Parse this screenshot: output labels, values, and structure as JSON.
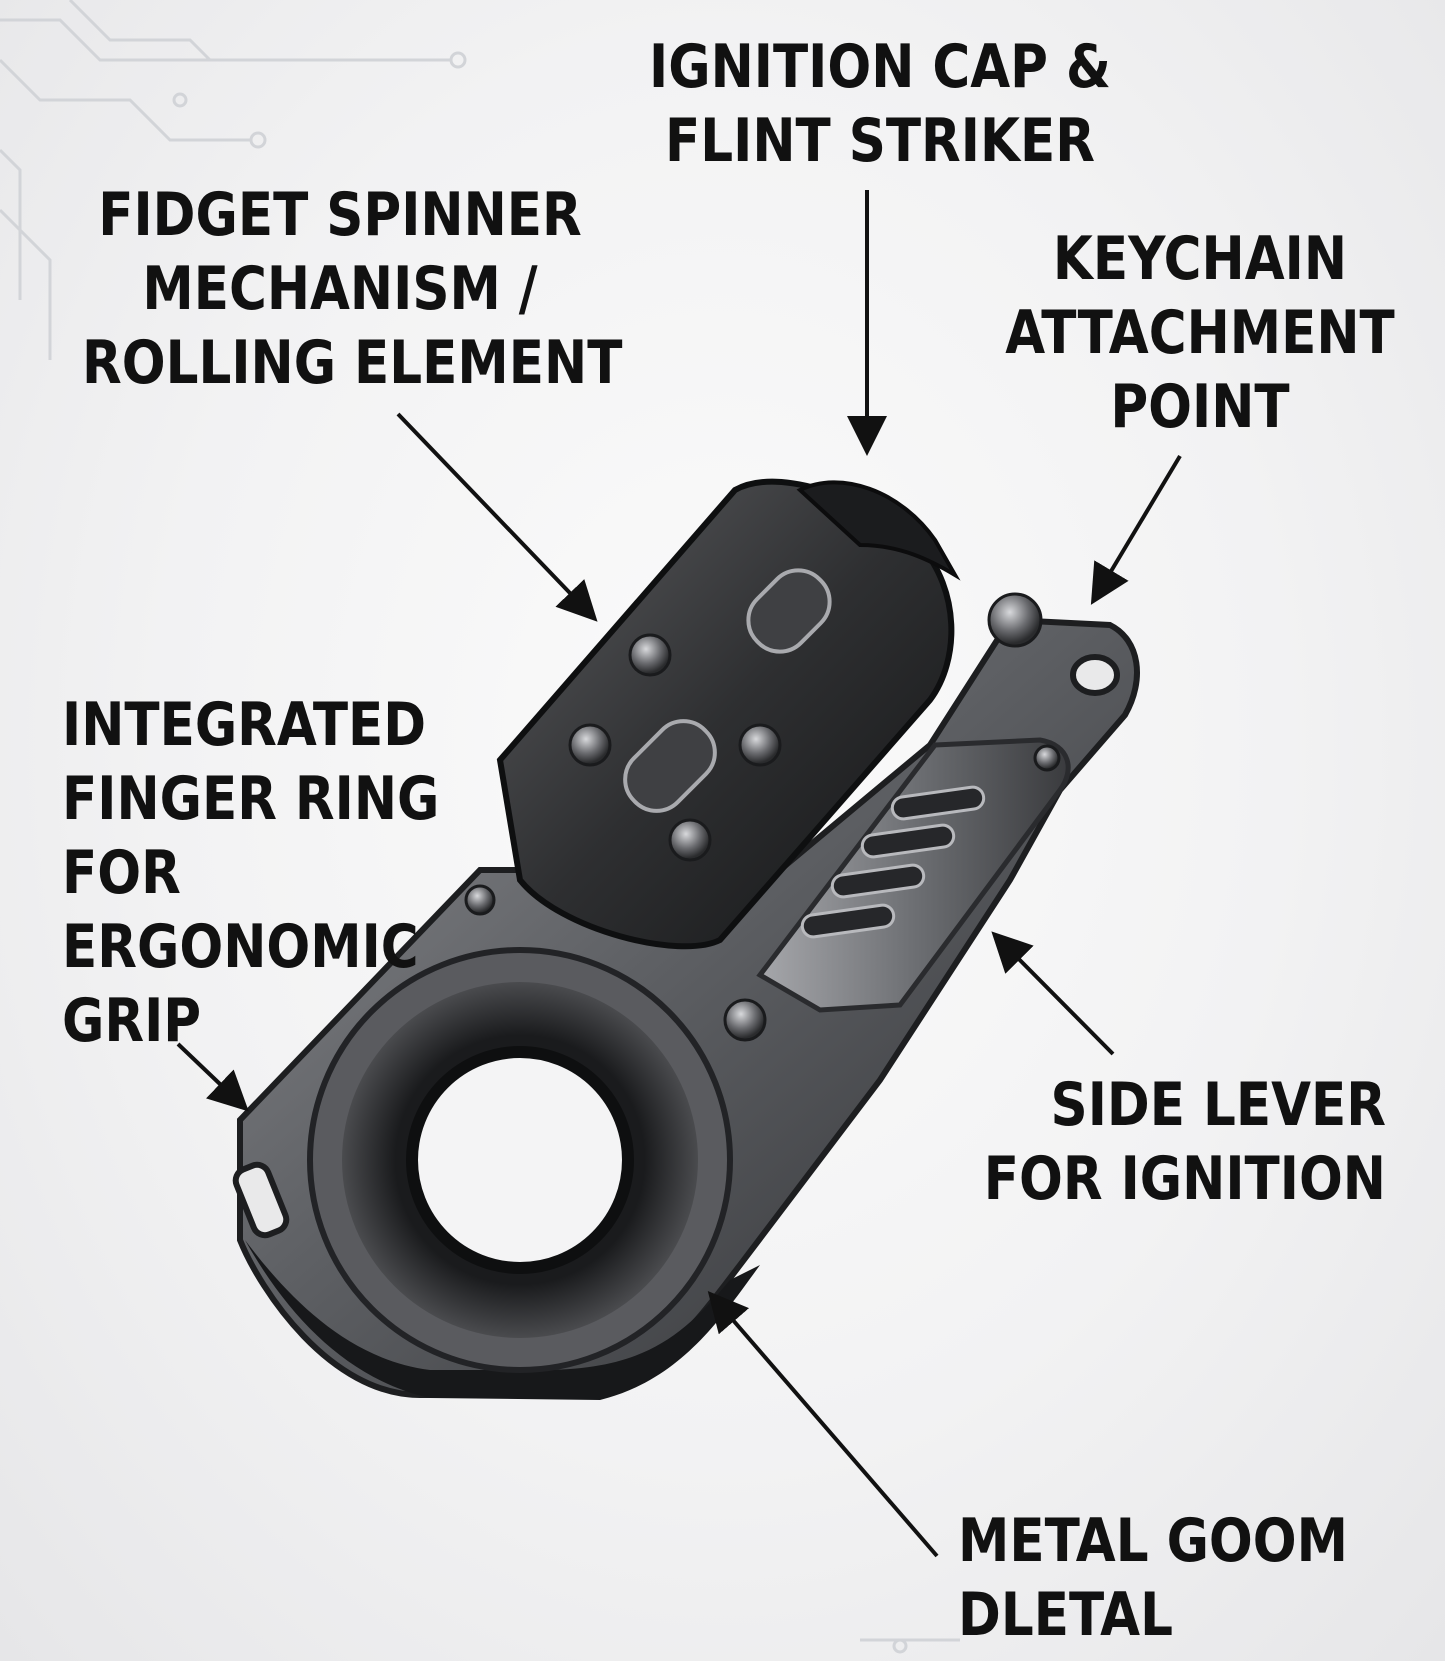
{
  "labels": {
    "ignition": [
      "IGNITION CAP &",
      "FLINT STRIKER"
    ],
    "fidget": [
      "FIDGET SPINNER",
      "MECHANISM /",
      "ROLLING ELEMENT"
    ],
    "keychain": [
      "KEYCHAIN",
      "ATTACHMENT",
      "POINT"
    ],
    "finger_ring": [
      "INTEGRATED",
      "FINGER RING",
      "FOR",
      "ERGONOMIC",
      "GRIP"
    ],
    "side_lever": [
      "SIDE LEVER",
      "FOR IGNITION"
    ],
    "metal": [
      "METAL GOOM",
      "DLETAL"
    ]
  },
  "colors": {
    "background": "#f2f2f3",
    "text": "#111111",
    "metal_light": "#7e7f83",
    "metal_dark": "#2b2c2f",
    "circuit": "#d0d2d6"
  },
  "icons": {
    "arrow": "arrow-icon",
    "screw": "screw-icon"
  }
}
